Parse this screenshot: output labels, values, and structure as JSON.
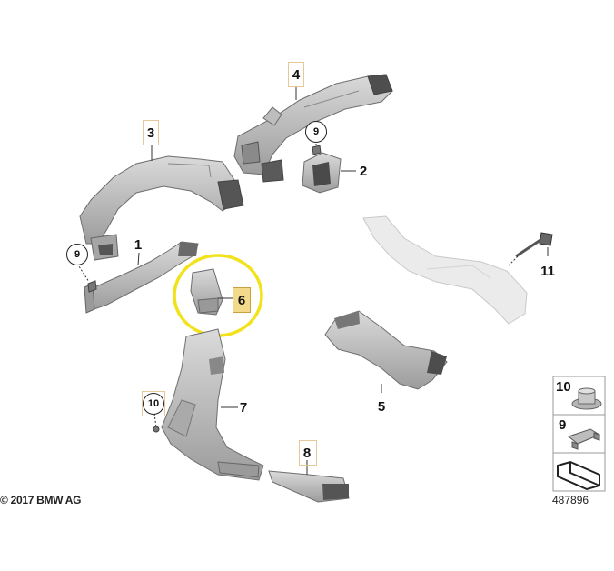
{
  "callouts": {
    "p1": "1",
    "p2": "2",
    "p3": "3",
    "p4": "4",
    "p5": "5",
    "p6": "6",
    "p7": "7",
    "p8": "8",
    "p11": "11",
    "c9a": "9",
    "c9b": "9",
    "c10": "10"
  },
  "legend": {
    "n10": "10",
    "n9": "9"
  },
  "footer": {
    "copyright": "© 2017 BMW AG",
    "refno": "487896"
  },
  "colors": {
    "part_fill": "#c8c8c8",
    "part_stroke": "#6e6e6e",
    "ghost_fill": "#e9e9e9",
    "ghost_stroke": "#c4c4c4",
    "highlight_ring": "#f2e21b",
    "highlight_tag": "#f3d98a"
  }
}
